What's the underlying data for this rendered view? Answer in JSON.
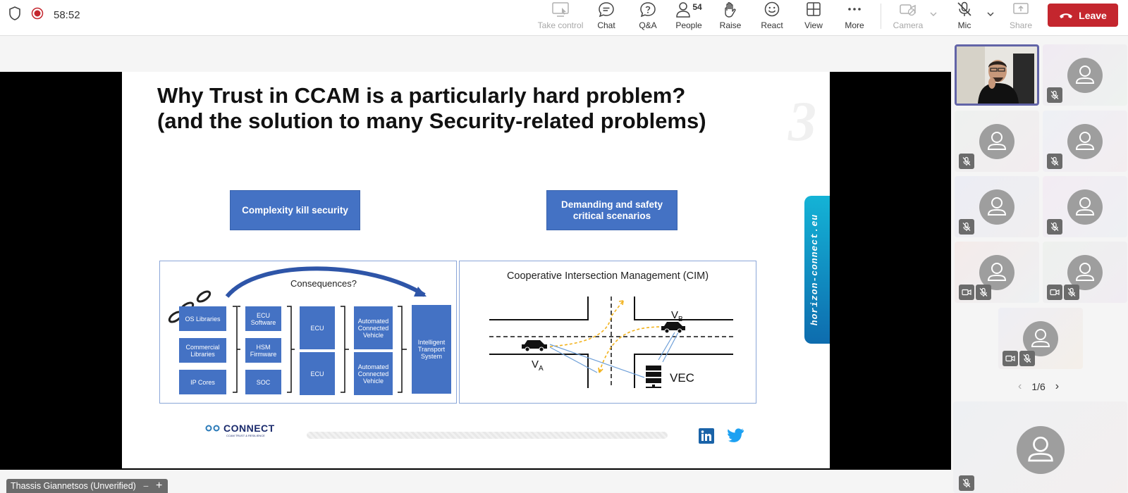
{
  "meeting": {
    "timer": "58:52",
    "participant_name": "Thassis Giannetsos (Unverified)"
  },
  "toolbar": {
    "take_control": "Take control",
    "chat": "Chat",
    "qa": "Q&A",
    "people": "People",
    "people_count": "54",
    "raise": "Raise",
    "react": "React",
    "view": "View",
    "more": "More",
    "camera": "Camera",
    "mic": "Mic",
    "share": "Share",
    "leave": "Leave"
  },
  "slide": {
    "title_line1": "Why Trust in CCAM is a particularly hard problem?",
    "title_line2": "(and the solution to many Security-related problems)",
    "page_number": "3",
    "box_left": "Complexity kill security",
    "box_right": "Demanding and safety critical scenarios",
    "side_tab": "horizon-connect.eu",
    "left_diagram": {
      "consequences": "Consequences?",
      "col1": [
        "OS Libraries",
        "Commercial Libraries",
        "IP Cores"
      ],
      "col2": [
        "ECU Software",
        "HSM Firmware",
        "SOC"
      ],
      "col3": [
        "ECU",
        "ECU"
      ],
      "col4": [
        "Automated Connected Vehicle",
        "Automated Connected Vehicle"
      ],
      "col5": "Intelligent Transport System"
    },
    "right_diagram": {
      "title": "Cooperative Intersection Management (CIM)",
      "va_label": "V",
      "va_sub": "A",
      "vb_label": "V",
      "vb_sub": "B",
      "vec_label": "VEC"
    },
    "footer_logo": "CONNECT",
    "footer_logo_sub": "CCAM TRUST & RESILIENCE"
  },
  "gallery": {
    "page_indicator": "1/6"
  },
  "colors": {
    "leave_red": "#c4262e",
    "slide_blue": "#4472c4",
    "avatar_gray": "#9e9e9e"
  }
}
